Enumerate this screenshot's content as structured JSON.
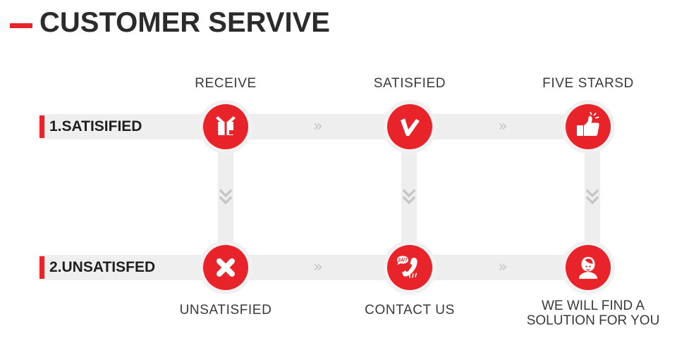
{
  "header": {
    "title": "CUSTOMER SERVIVE",
    "dash_color": "#e8232a",
    "title_color": "#2b2b2b"
  },
  "theme": {
    "red": "#e8232a",
    "track_gray": "#eeeeee",
    "halo_gray": "#f1f1f1",
    "chevron_gray": "#c6c6c6",
    "text_dark": "#3a3a3a",
    "background": "#ffffff"
  },
  "rows": [
    {
      "id": "satisfied-row",
      "label": "1.SATISIFIED",
      "label_position": "left",
      "caption_position": "top",
      "steps": [
        {
          "caption": "RECEIVE",
          "icon": "envelope-open-icon"
        },
        {
          "caption": "SATISFIED",
          "icon": "check-mark-icon"
        },
        {
          "caption": "FIVE STARSD",
          "icon": "thumbs-up-icon"
        }
      ]
    },
    {
      "id": "unsatisfied-row",
      "label": "2.UNSATISFED",
      "label_position": "left",
      "caption_position": "bottom",
      "steps": [
        {
          "caption": "UNSATISFIED",
          "icon": "x-mark-icon"
        },
        {
          "caption": "CONTACT US",
          "icon": "phone-support-icon",
          "badge": "24/7"
        },
        {
          "caption_line1": "WE WILL FIND A",
          "caption_line2": "SOLUTION FOR YOU",
          "icon": "headset-agent-icon"
        }
      ]
    }
  ],
  "connectors": {
    "horizontal_glyph": "»",
    "vertical_glyph": "chevron-double-down-icon"
  }
}
